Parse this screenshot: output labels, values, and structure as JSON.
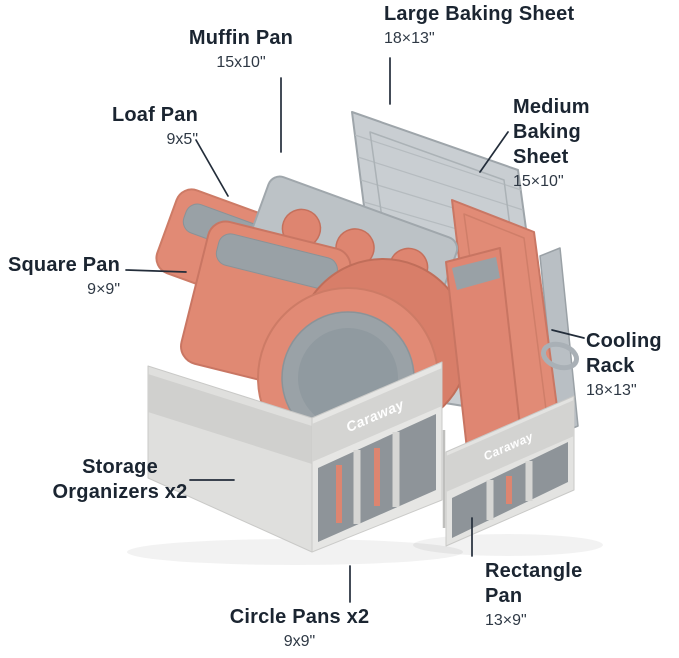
{
  "brand": "Caraway",
  "colors": {
    "coral": "#E08A74",
    "coral_dark": "#C97663",
    "steel_gray": "#C9CED2",
    "fabric_gray": "#DFDFDD",
    "interior_gray": "#99A1A6",
    "label_text": "#1B2531"
  },
  "labels": {
    "large_baking_sheet": {
      "name": "Large Baking Sheet",
      "size": "18×13\""
    },
    "muffin_pan": {
      "name": "Muffin Pan",
      "size": "15x10\""
    },
    "loaf_pan": {
      "name": "Loaf Pan",
      "size": "9x5\""
    },
    "square_pan": {
      "name": "Square Pan",
      "size": "9×9\""
    },
    "medium_baking_sheet": {
      "name": "Medium Baking Sheet",
      "size": "15×10\""
    },
    "cooling_rack": {
      "name": "Cooling Rack",
      "size": "18×13\""
    },
    "storage_organizers": {
      "name": "Storage Organizers x2",
      "size": ""
    },
    "rectangle_pan": {
      "name": "Rectangle Pan",
      "size": "13×9\""
    },
    "circle_pans": {
      "name": "Circle Pans x2",
      "size": "9x9\""
    }
  }
}
